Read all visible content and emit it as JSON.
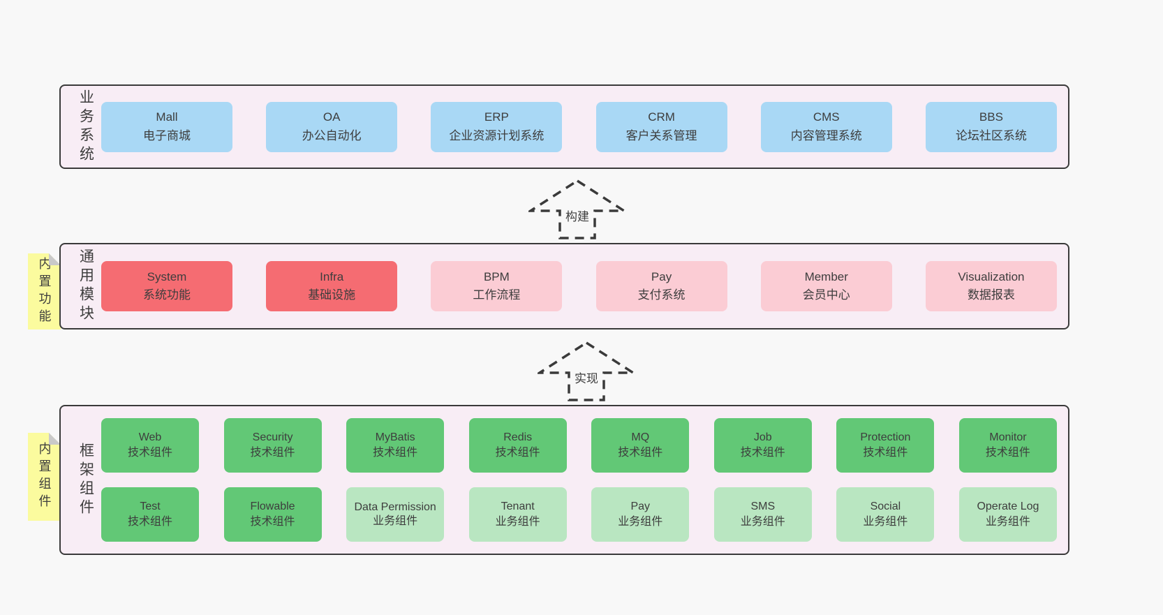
{
  "colors": {
    "page_bg": "#f8f8f8",
    "panel_bg": "#f8edf5",
    "panel_border": "#3a3a3a",
    "box_blue": "#a9d8f5",
    "box_red": "#f56c72",
    "box_pink": "#fbccd4",
    "box_green_dark": "#62c876",
    "box_green_light": "#b9e6c1",
    "sticky_yellow": "#fbfb9e",
    "fold_gray": "#c9c9c9",
    "text": "#3d3d3d"
  },
  "business": {
    "label": "业务系统",
    "boxes": [
      {
        "name": "Mall",
        "desc": "电子商城"
      },
      {
        "name": "OA",
        "desc": "办公自动化"
      },
      {
        "name": "ERP",
        "desc": "企业资源计划系统"
      },
      {
        "name": "CRM",
        "desc": "客户关系管理"
      },
      {
        "name": "CMS",
        "desc": "内容管理系统"
      },
      {
        "name": "BBS",
        "desc": "论坛社区系统"
      }
    ]
  },
  "arrows": {
    "build": "构建",
    "implement": "实现"
  },
  "common": {
    "label": "通用模块",
    "sticky": "内置功能",
    "boxes": [
      {
        "name": "System",
        "desc": "系统功能"
      },
      {
        "name": "Infra",
        "desc": "基础设施"
      },
      {
        "name": "BPM",
        "desc": "工作流程"
      },
      {
        "name": "Pay",
        "desc": "支付系统"
      },
      {
        "name": "Member",
        "desc": "会员中心"
      },
      {
        "name": "Visualization",
        "desc": "数据报表"
      }
    ]
  },
  "framework": {
    "label": "框架组件",
    "sticky": "内置组件",
    "rows": [
      [
        {
          "name": "Web",
          "desc": "技术组件"
        },
        {
          "name": "Security",
          "desc": "技术组件"
        },
        {
          "name": "MyBatis",
          "desc": "技术组件"
        },
        {
          "name": "Redis",
          "desc": "技术组件"
        },
        {
          "name": "MQ",
          "desc": "技术组件"
        },
        {
          "name": "Job",
          "desc": "技术组件"
        },
        {
          "name": "Protection",
          "desc": "技术组件"
        },
        {
          "name": "Monitor",
          "desc": "技术组件"
        }
      ],
      [
        {
          "name": "Test",
          "desc": "技术组件"
        },
        {
          "name": "Flowable",
          "desc": "技术组件"
        },
        {
          "name": "Data Permission",
          "desc": "业务组件"
        },
        {
          "name": "Tenant",
          "desc": "业务组件"
        },
        {
          "name": "Pay",
          "desc": "业务组件"
        },
        {
          "name": "SMS",
          "desc": "业务组件"
        },
        {
          "name": "Social",
          "desc": "业务组件"
        },
        {
          "name": "Operate Log",
          "desc": "业务组件"
        }
      ]
    ]
  }
}
